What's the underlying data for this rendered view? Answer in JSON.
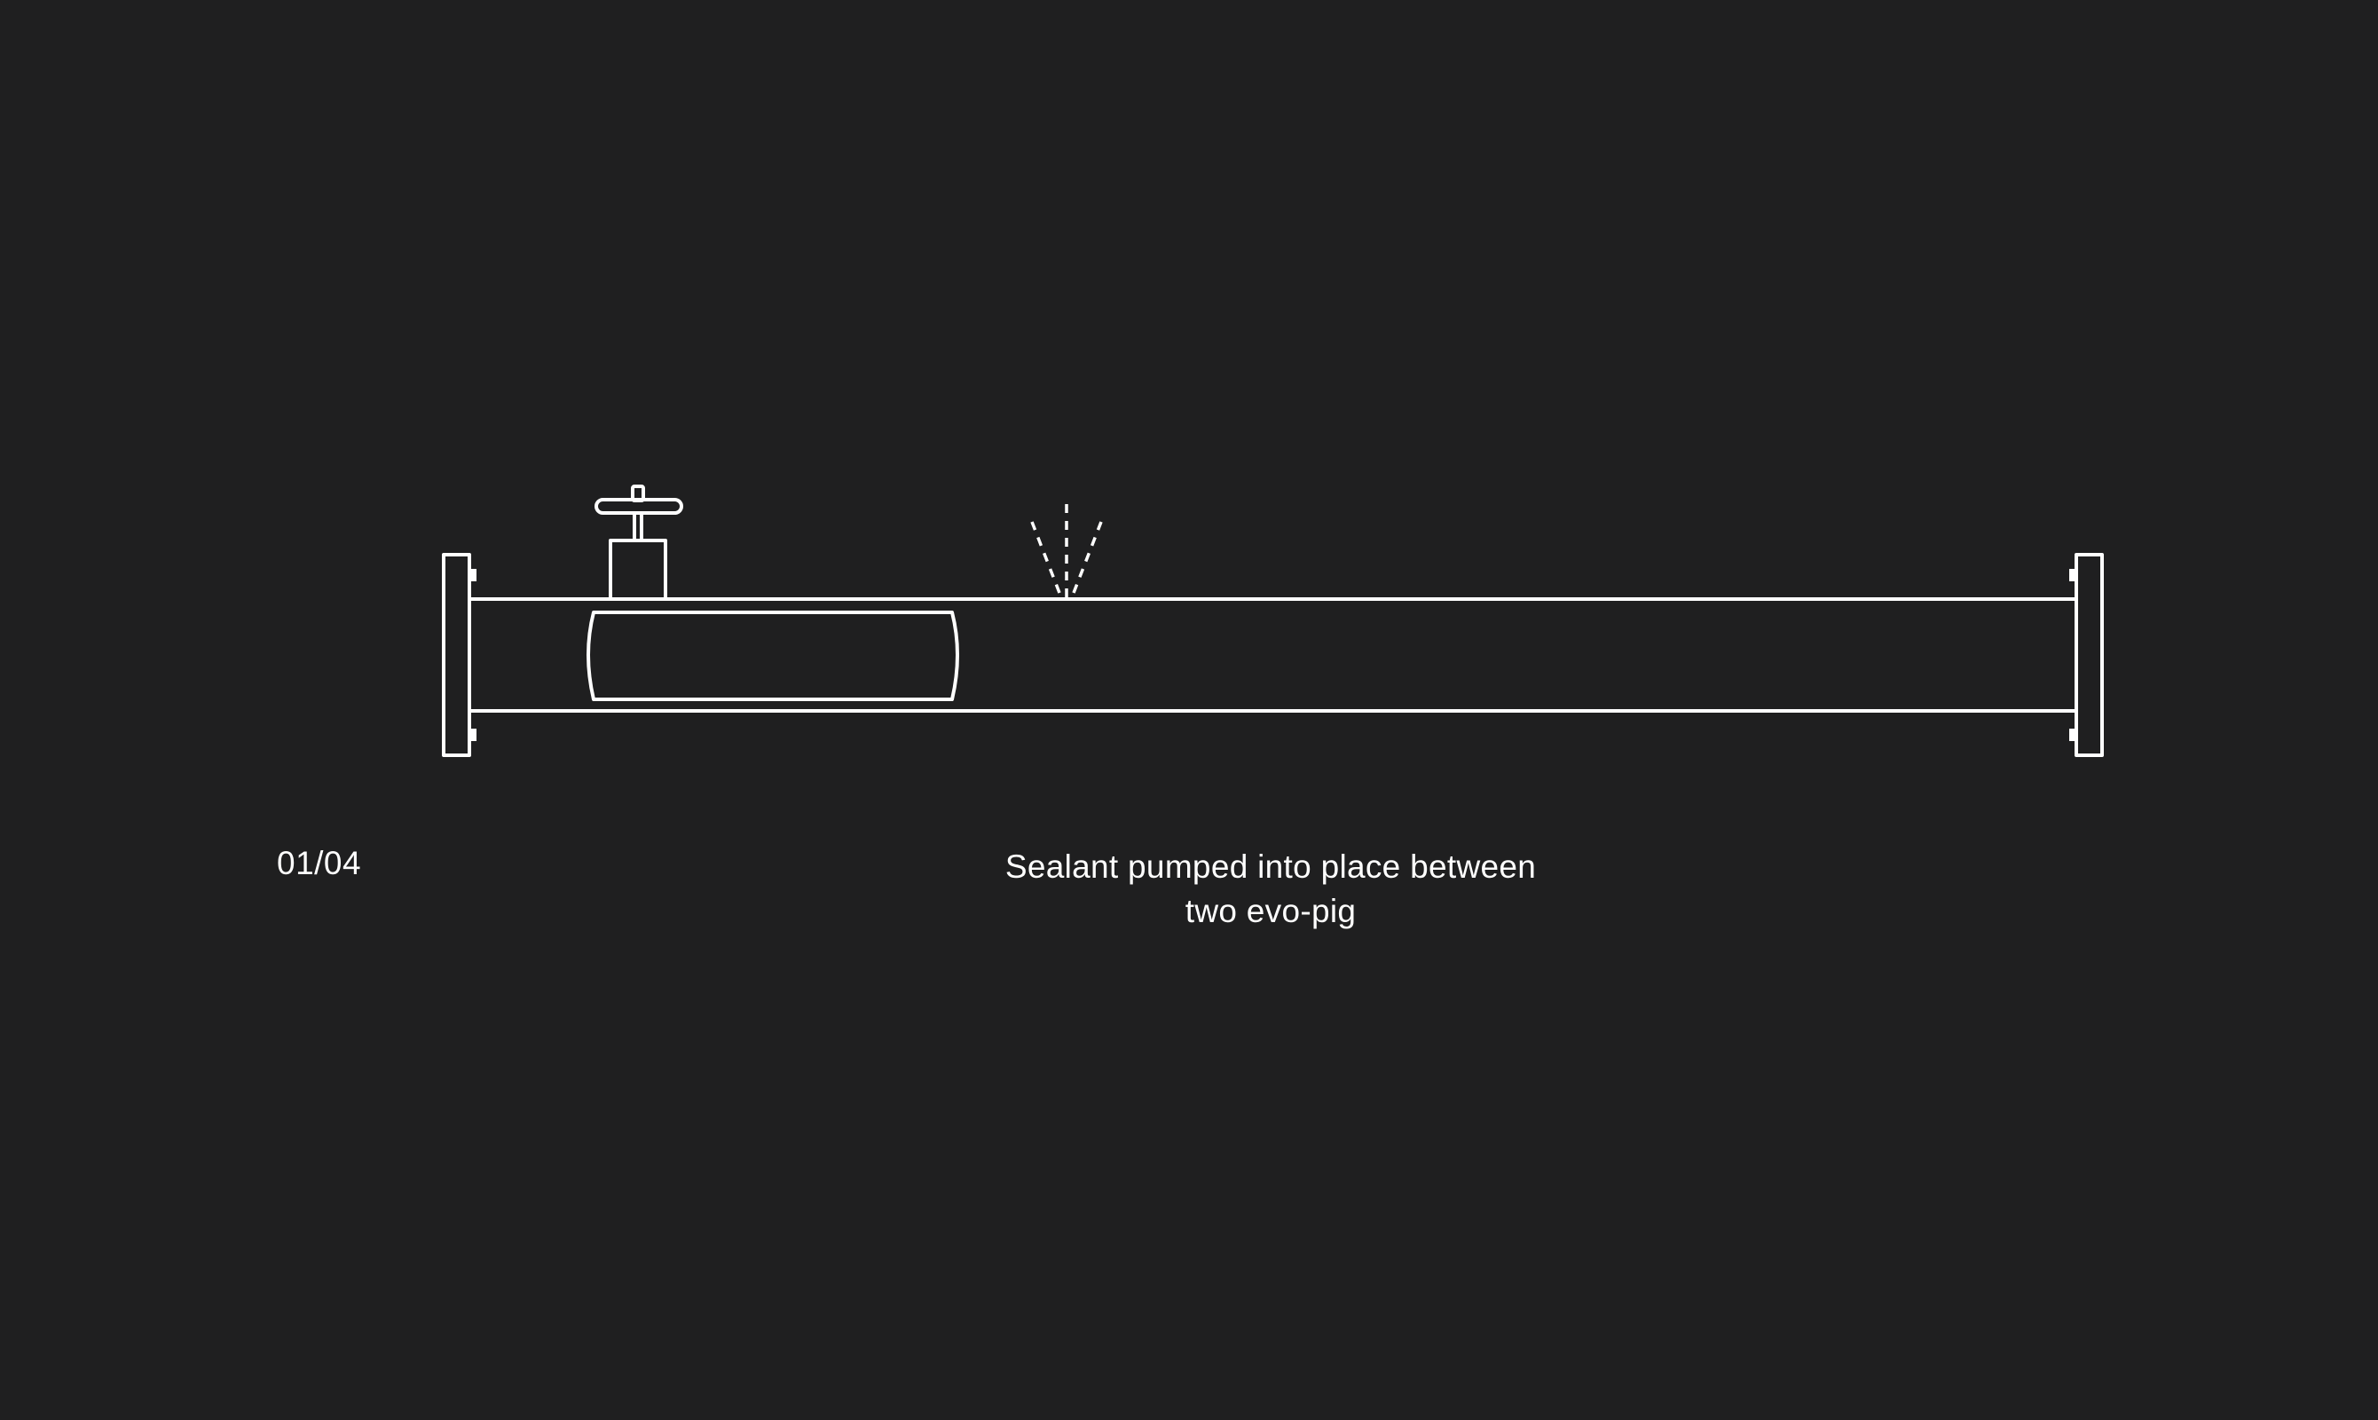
{
  "slide": {
    "counter": "01/04",
    "caption_line1": "Sealant pumped into place between",
    "caption_line2": "two evo-pig"
  },
  "colors": {
    "background": "#1f1f20",
    "line": "#ffffff"
  },
  "icons": [
    "valve-icon",
    "leak-spray-icon",
    "pipe-flange-icon",
    "pig-icon"
  ]
}
